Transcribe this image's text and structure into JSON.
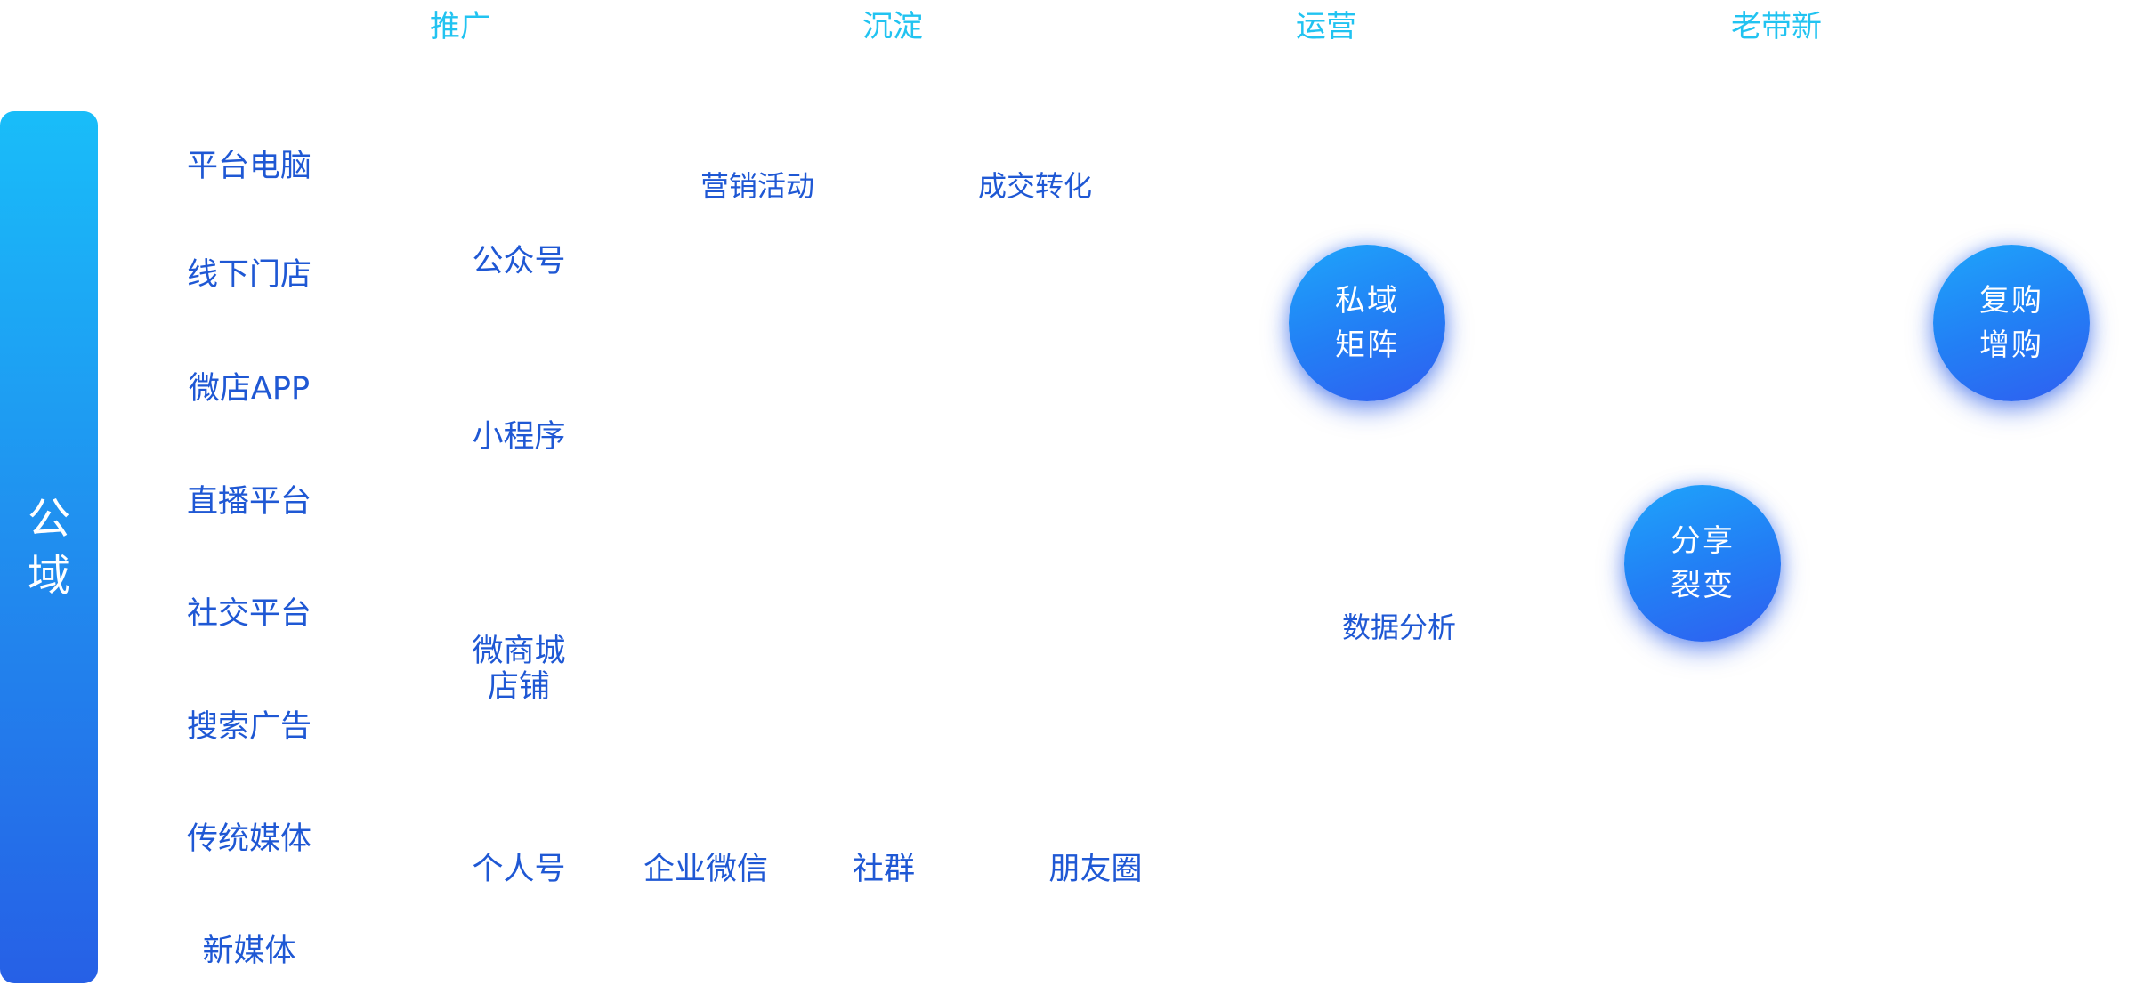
{
  "stages": [
    "推广",
    "沉淀",
    "运营",
    "老带新"
  ],
  "public_domain": {
    "label": "公域",
    "channels": [
      "平台电脑",
      "线下门店",
      "微店APP",
      "直播平台",
      "社交平台",
      "搜索广告",
      "传统媒体",
      "新媒体"
    ]
  },
  "accounts": [
    "公众号",
    "小程序",
    "微商城店铺"
  ],
  "bottom_row": [
    "个人号",
    "企业微信",
    "社群",
    "朋友圈"
  ],
  "sediment_items": [
    "营销活动",
    "成交转化"
  ],
  "operation_items": [
    "数据分析"
  ],
  "circles": [
    "私域矩阵",
    "复购增购",
    "分享裂变"
  ],
  "colors": {
    "stage_header": "#21c3f1",
    "node_text": "#1f58d4",
    "bar_top": "#19bdf9",
    "bar_bottom": "#2660e6",
    "circle": "#2280f5"
  }
}
